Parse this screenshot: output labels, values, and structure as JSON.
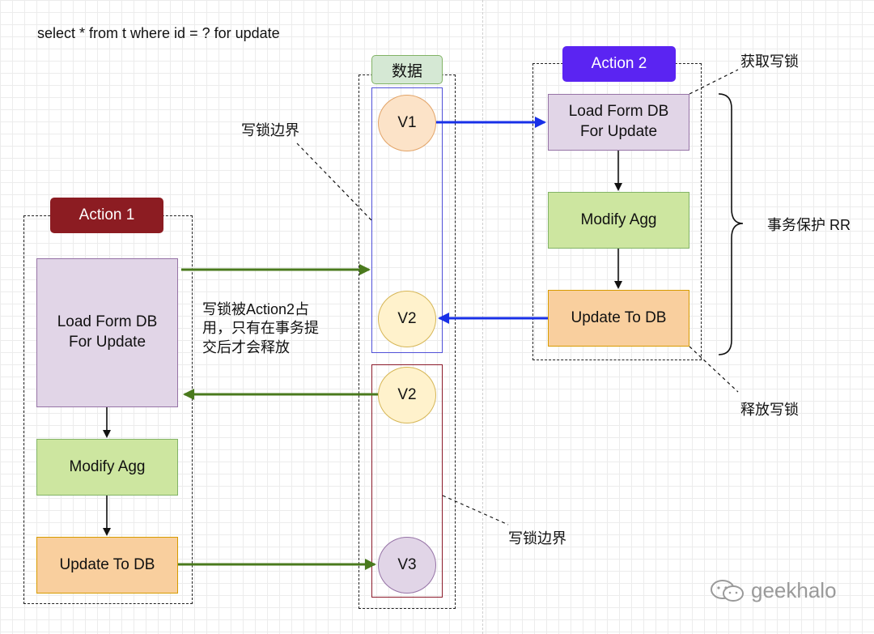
{
  "query": "select * from t where id = ? for update",
  "data_label": "数据",
  "action1": {
    "title": "Action 1",
    "load": "Load Form DB\nFor Update",
    "modify": "Modify Agg",
    "update": "Update To DB"
  },
  "action2": {
    "title": "Action 2",
    "load": "Load Form DB\nFor Update",
    "modify": "Modify Agg",
    "update": "Update To DB"
  },
  "versions": {
    "top_v1": "V1",
    "top_v2": "V2",
    "bottom_v2": "V2",
    "bottom_v3": "V3"
  },
  "annotations": {
    "lock_boundary_top": "写锁边界",
    "lock_boundary_bottom": "写锁边界",
    "lock_held_note": "写锁被Action2占\n用，只有在事务提\n交后才会释放",
    "acquire_lock": "获取写锁",
    "release_lock": "释放写锁",
    "tx_protect": "事务保护 RR"
  },
  "watermark": "geekhalo",
  "colors": {
    "action1_tag": "#8c1c22",
    "action2_tag": "#5b24f2",
    "blue_arrow": "#1830e8",
    "green_arrow": "#4a7a1d",
    "top_container": "#5050d8",
    "bottom_container": "#8b1a2a"
  }
}
